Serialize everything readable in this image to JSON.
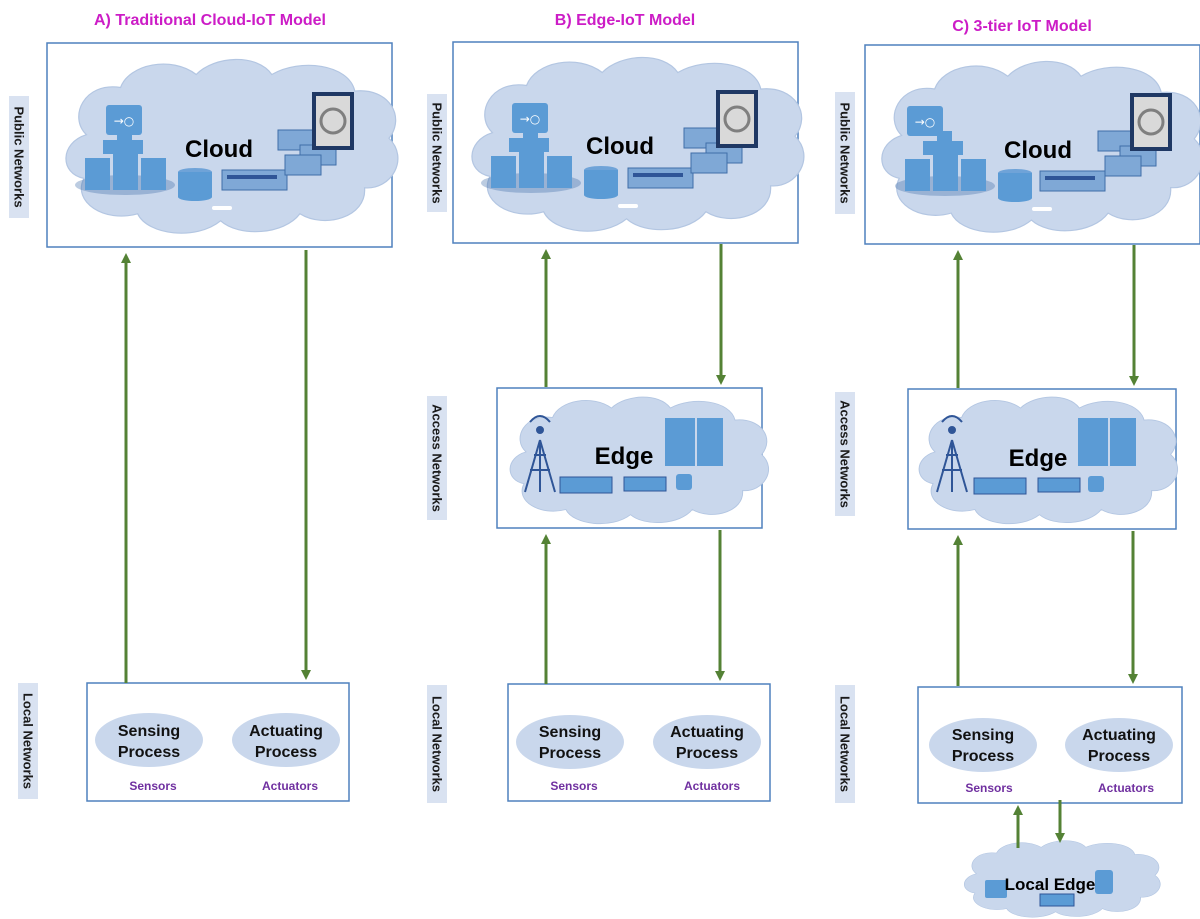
{
  "colors": {
    "title": "#cc1cc6",
    "box_border": "#4f81bd",
    "cloud_fill": "#c9d7ec",
    "cloud_stroke": "#a9bfdf",
    "label_bg": "#d9e2f1",
    "arrow": "#548235",
    "device": "#5b9bd5",
    "device_text": "#7030a0"
  },
  "panels": [
    {
      "title": "A) Traditional Cloud-IoT Model",
      "labels": {
        "public": "Public Networks",
        "local": "Local Networks"
      },
      "cloud_label": "Cloud",
      "sensing": "Sensing Process",
      "actuating": "Actuating Process",
      "sensors": "Sensors",
      "actuators": "Actuators"
    },
    {
      "title": "B) Edge-IoT Model",
      "labels": {
        "public": "Public Networks",
        "access": "Access Networks",
        "local": "Local Networks"
      },
      "cloud_label": "Cloud",
      "edge_label": "Edge",
      "sensing": "Sensing Process",
      "actuating": "Actuating Process",
      "sensors": "Sensors",
      "actuators": "Actuators"
    },
    {
      "title": "C) 3-tier IoT Model",
      "labels": {
        "public": "Public Networks",
        "access": "Access Networks",
        "local": "Local Networks"
      },
      "cloud_label": "Cloud",
      "edge_label": "Edge",
      "sensing": "Sensing Process",
      "actuating": "Actuating Process",
      "sensors": "Sensors",
      "actuators": "Actuators",
      "local_edge_label": "Local Edge"
    }
  ]
}
